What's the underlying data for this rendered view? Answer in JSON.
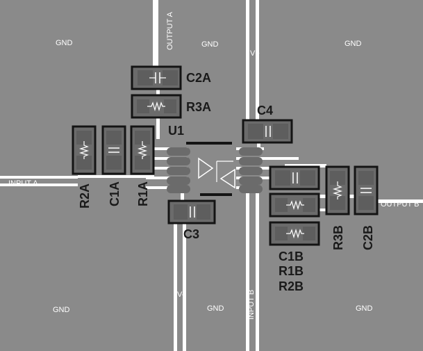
{
  "colors": {
    "board": "#8a8a8a",
    "trace": "#ffffff",
    "pad": "#6b6b6b",
    "outline": "#141414",
    "silk": "#1a1a1a",
    "label": "#ffffff"
  },
  "net_labels": {
    "gnd_top_left": "GND",
    "gnd_top_mid": "GND",
    "gnd_top_right": "GND",
    "gnd_bot_left": "GND",
    "gnd_bot_mid": "GND",
    "gnd_bot_right": "GND",
    "output_a": "OUTPUT A",
    "input_a": "INPUT A",
    "output_b": "OUTPUT B",
    "input_b": "INPUT B",
    "v_plus": "V+",
    "v_minus": "V-"
  },
  "designators": {
    "c2a": "C2A",
    "r3a": "R3A",
    "c4": "C4",
    "u1": "U1",
    "r2a": "R2A",
    "c1a": "C1A",
    "r1a": "R1A",
    "c3": "C3",
    "c1b": "C1B",
    "r1b": "R1B",
    "r2b": "R2B",
    "r3b": "R3B",
    "c2b": "C2B"
  }
}
